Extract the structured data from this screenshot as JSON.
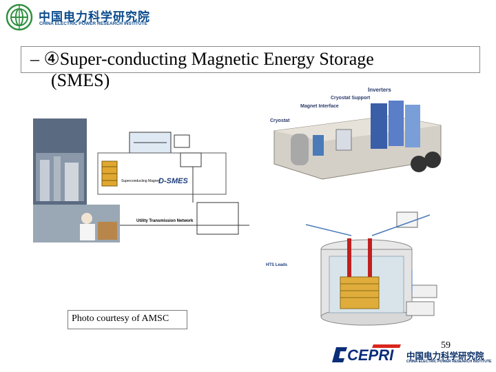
{
  "header": {
    "org_name_cn": "中国电力科学研究院",
    "org_name_en": "CHINA ELECTRIC POWER RESEARCH INSTITUTE"
  },
  "title": {
    "line1": "– ④Super-conducting Magnetic Energy Storage",
    "line2": "(SMES)"
  },
  "left_diagram": {
    "magnet_label": "Superconducting Magnet",
    "product_label": "D-SMES",
    "network_label": "Utility Transmission Network"
  },
  "trailer": {
    "inverters": "Inverters",
    "cryostat_support": "Cryostat Support",
    "magnet_interface": "Magnet Interface",
    "cryostat": "Cryostat"
  },
  "cryostat_diagram": {
    "hts_leads": "HTS Leads"
  },
  "credit": "Photo courtesy of AMSC",
  "footer": {
    "page_number": "59",
    "logo_text": "CEPRI",
    "org_name_cn": "中国电力科学研究院",
    "org_name_en": "CHINA ELECTRIC POWER RESEARCH INSTITUTE"
  },
  "colors": {
    "brand_blue": "#0a4a8c",
    "logo_green": "#2f8f3f",
    "cepri_red": "#d9261c",
    "cepri_blue": "#0b2d7a"
  }
}
